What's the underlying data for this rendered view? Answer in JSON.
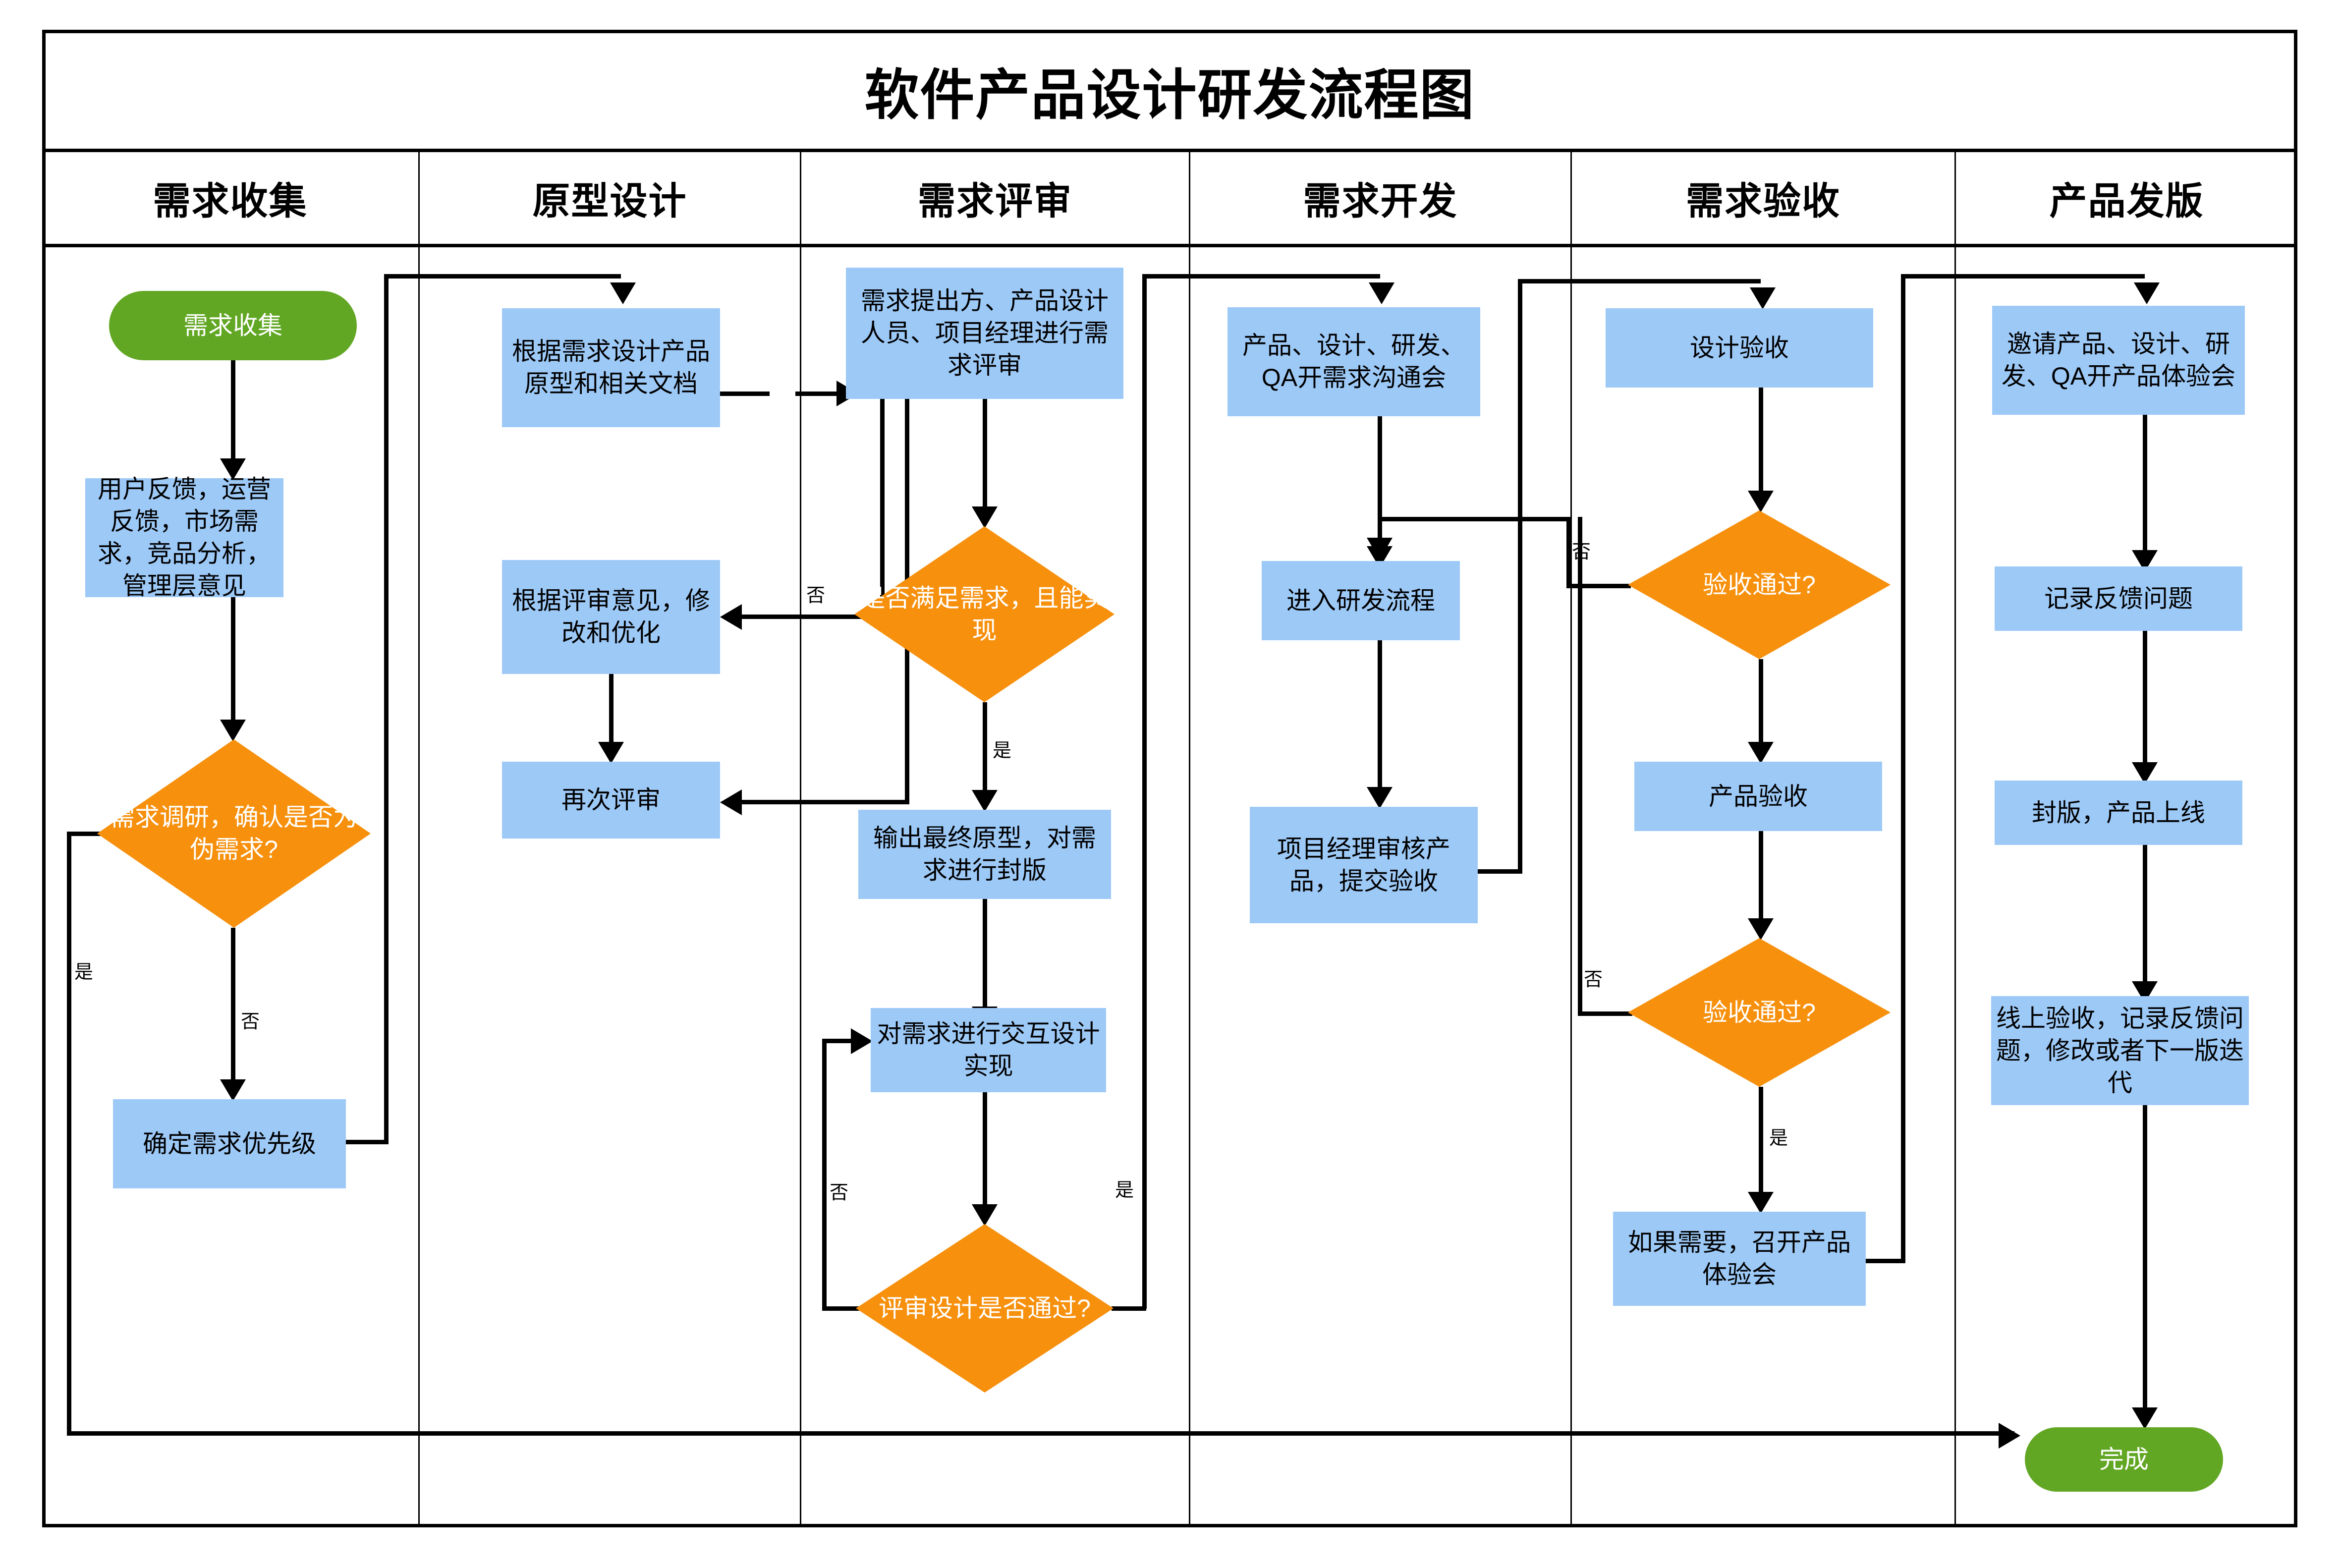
{
  "title": "软件产品设计研发流程图",
  "lanes": [
    {
      "id": "lane1",
      "label": "需求收集"
    },
    {
      "id": "lane2",
      "label": "原型设计"
    },
    {
      "id": "lane3",
      "label": "需求评审"
    },
    {
      "id": "lane4",
      "label": "需求开发"
    },
    {
      "id": "lane5",
      "label": "需求验收"
    },
    {
      "id": "lane6",
      "label": "产品发版"
    }
  ],
  "nodes": {
    "start": "需求收集",
    "n1_feedback": "用户反馈，运营反馈，市场需求，竞品分析，管理层意见",
    "n1_decision": "需求调研，确认是否为伪需求?",
    "n1_priority": "确定需求优先级",
    "n2_design": "根据需求设计产品原型和相关文档",
    "n2_revise": "根据评审意见，修改和优化",
    "n2_rereview": "再次评审",
    "n3_review": "需求提出方、产品设计人员、项目经理进行需求评审",
    "n3_decision": "是否满足需求，且能实现",
    "n3_output": "输出最终原型，对需求进行封版",
    "n3_interaction": "对需求进行交互设计实现",
    "n3_decision2": "评审设计是否通过?",
    "n4_meeting": "产品、设计、研发、QA开需求沟通会",
    "n4_enter": "进入研发流程",
    "n4_pmreview": "项目经理审核产品，提交验收",
    "n5_designcheck": "设计验收",
    "n5_decision1": "验收通过?",
    "n5_productcheck": "产品验收",
    "n5_decision2": "验收通过?",
    "n5_meeting": "如果需要，召开产品体验会",
    "n6_invite": "邀请产品、设计、研发、QA开产品体验会",
    "n6_record": "记录反馈问题",
    "n6_release": "封版，产品上线",
    "n6_online": "线上验收，记录反馈问题，修改或者下一版迭代",
    "end": "完成"
  },
  "edge_labels": {
    "yes": "是",
    "no": "否",
    "l1_yes": "是",
    "l1_no": "否",
    "l3_no": "否",
    "l3_yes": "是",
    "l3b_no": "否",
    "l3b_yes": "是",
    "l5a_no": "否",
    "l5b_no": "否",
    "l5b_yes": "是"
  },
  "colors": {
    "process_fill": "#9DC9F7",
    "decision_fill": "#F7900D",
    "terminator_fill": "#62A724",
    "line": "#000000",
    "background": "#FFFFFF"
  }
}
